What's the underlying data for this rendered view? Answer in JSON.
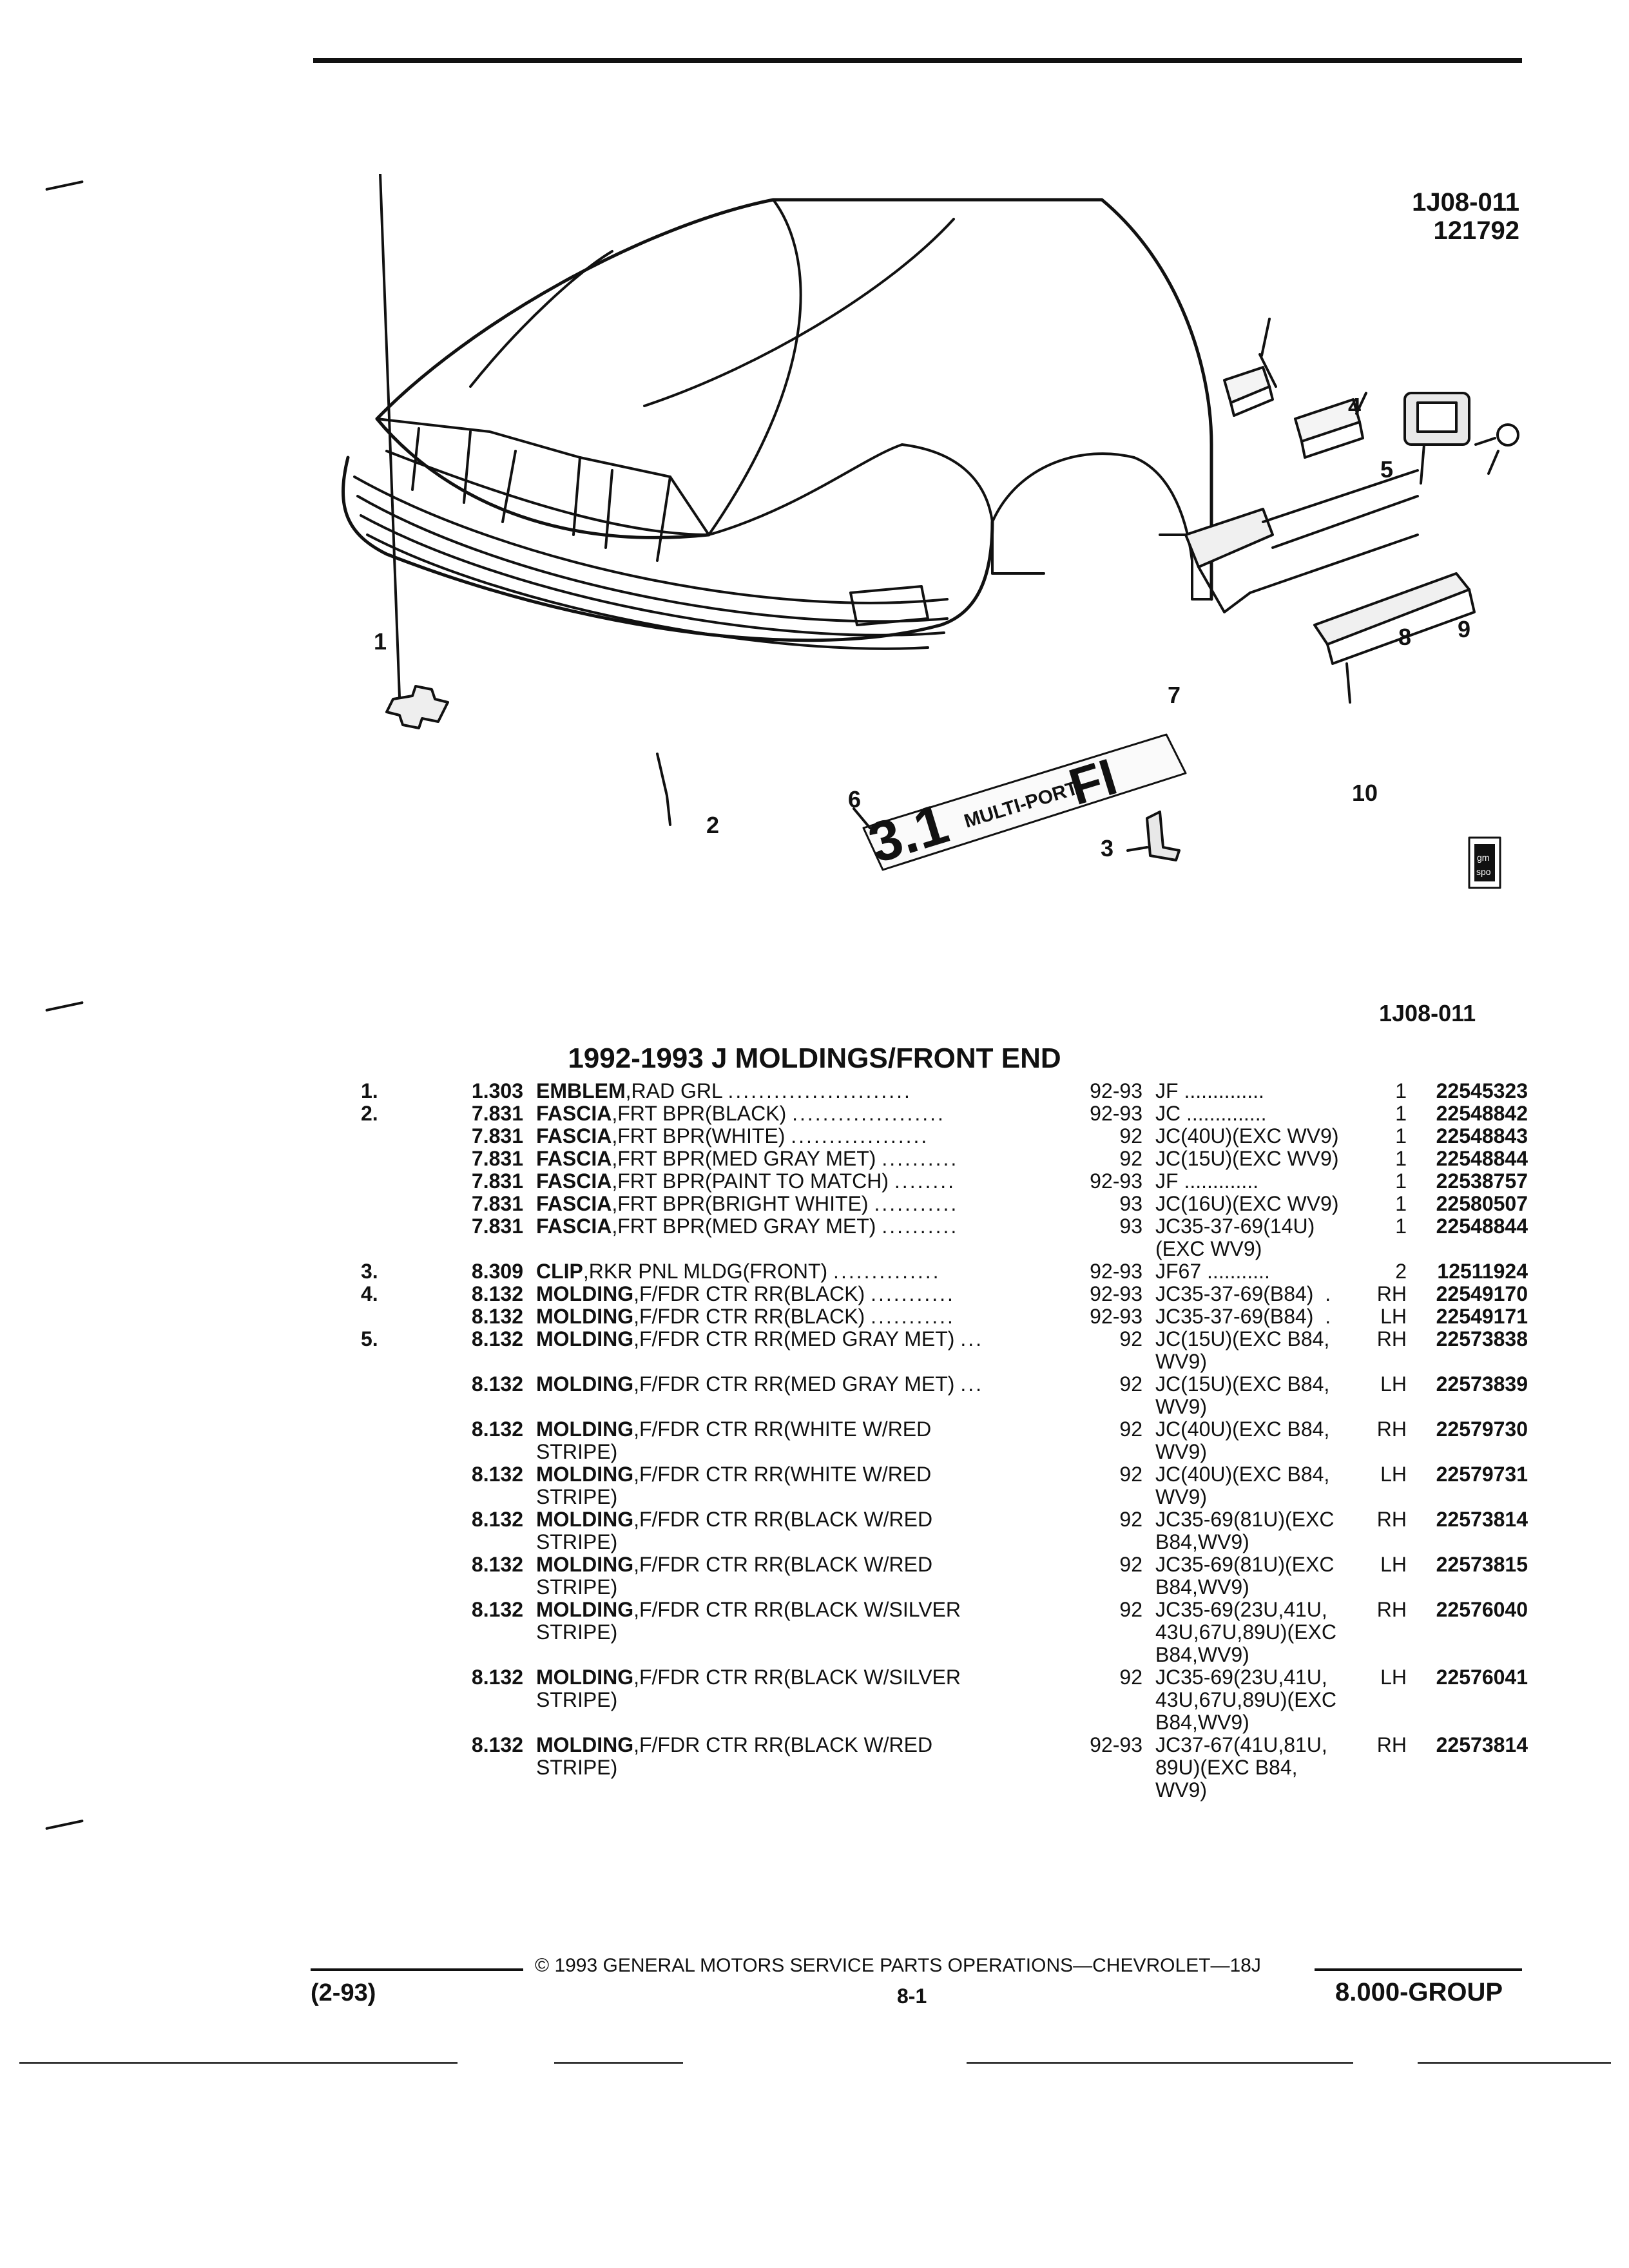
{
  "figure": {
    "code_line1": "1J08-011",
    "code_line2": "121792",
    "ref": "1J08-011",
    "callouts": [
      "1",
      "2",
      "3",
      "4",
      "5",
      "6",
      "7",
      "8",
      "9",
      "10"
    ],
    "emblem_text": "3.1 MULTI-PORT FI",
    "logo_text": "GM SPO"
  },
  "title": "1992-1993 J MOLDINGS/FRONT END",
  "parts": [
    {
      "ref": "1.",
      "code": "1.303",
      "name": "EMBLEM",
      "desc": ",RAD GRL",
      "dots": "........................",
      "years": "92-93",
      "model": "JF ..............",
      "qty": "1",
      "part": "22545323"
    },
    {
      "ref": "2.",
      "code": "7.831",
      "name": "FASCIA",
      "desc": ",FRT BPR(BLACK)",
      "dots": "....................",
      "years": "92-93",
      "model": "JC ..............",
      "qty": "1",
      "part": "22548842"
    },
    {
      "ref": "",
      "code": "7.831",
      "name": "FASCIA",
      "desc": ",FRT BPR(WHITE)",
      "dots": "..................",
      "years": "92",
      "model": "JC(40U)(EXC WV9)",
      "qty": "1",
      "part": "22548843"
    },
    {
      "ref": "",
      "code": "7.831",
      "name": "FASCIA",
      "desc": ",FRT BPR(MED GRAY MET)",
      "dots": "..........",
      "years": "92",
      "model": "JC(15U)(EXC WV9)",
      "qty": "1",
      "part": "22548844"
    },
    {
      "ref": "",
      "code": "7.831",
      "name": "FASCIA",
      "desc": ",FRT BPR(PAINT TO MATCH)",
      "dots": "........",
      "years": "92-93",
      "model": "JF .............",
      "qty": "1",
      "part": "22538757"
    },
    {
      "ref": "",
      "code": "7.831",
      "name": "FASCIA",
      "desc": ",FRT BPR(BRIGHT WHITE)",
      "dots": "...........",
      "years": "93",
      "model": "JC(16U)(EXC WV9)",
      "qty": "1",
      "part": "22580507"
    },
    {
      "ref": "",
      "code": "7.831",
      "name": "FASCIA",
      "desc": ",FRT BPR(MED GRAY MET)",
      "dots": "..........",
      "years": "93",
      "model": "JC35-37-69(14U)\n(EXC WV9)",
      "qty": "1",
      "part": "22548844"
    },
    {
      "ref": "3.",
      "code": "8.309",
      "name": "CLIP",
      "desc": ",RKR PNL MLDG(FRONT)",
      "dots": "..............",
      "years": "92-93",
      "model": "JF67 ...........",
      "qty": "2",
      "part": "12511924"
    },
    {
      "ref": "4.",
      "code": "8.132",
      "name": "MOLDING",
      "desc": ",F/FDR CTR RR(BLACK)",
      "dots": "...........",
      "years": "92-93",
      "model": "JC35-37-69(B84)  .",
      "qty": "RH",
      "part": "22549170"
    },
    {
      "ref": "",
      "code": "8.132",
      "name": "MOLDING",
      "desc": ",F/FDR CTR RR(BLACK)",
      "dots": "...........",
      "years": "92-93",
      "model": "JC35-37-69(B84)  .",
      "qty": "LH",
      "part": "22549171"
    },
    {
      "ref": "5.",
      "code": "8.132",
      "name": "MOLDING",
      "desc": ",F/FDR CTR RR(MED GRAY MET)",
      "dots": "...",
      "years": "92",
      "model": "JC(15U)(EXC B84,\nWV9)",
      "qty": "RH",
      "part": "22573838"
    },
    {
      "ref": "",
      "code": "8.132",
      "name": "MOLDING",
      "desc": ",F/FDR CTR RR(MED GRAY MET)",
      "dots": "...",
      "years": "92",
      "model": "JC(15U)(EXC B84,\nWV9)",
      "qty": "LH",
      "part": "22573839"
    },
    {
      "ref": "",
      "code": "8.132",
      "name": "MOLDING",
      "desc": ",F/FDR CTR RR(WHITE W/RED\nSTRIPE)",
      "dots": "",
      "years": "92",
      "model": "JC(40U)(EXC B84,\nWV9)",
      "qty": "RH",
      "part": "22579730"
    },
    {
      "ref": "",
      "code": "8.132",
      "name": "MOLDING",
      "desc": ",F/FDR CTR RR(WHITE W/RED\nSTRIPE)",
      "dots": "",
      "years": "92",
      "model": "JC(40U)(EXC B84,\nWV9)",
      "qty": "LH",
      "part": "22579731"
    },
    {
      "ref": "",
      "code": "8.132",
      "name": "MOLDING",
      "desc": ",F/FDR CTR RR(BLACK W/RED\nSTRIPE)",
      "dots": "",
      "years": "92",
      "model": "JC35-69(81U)(EXC\nB84,WV9)",
      "qty": "RH",
      "part": "22573814"
    },
    {
      "ref": "",
      "code": "8.132",
      "name": "MOLDING",
      "desc": ",F/FDR CTR RR(BLACK W/RED\nSTRIPE)",
      "dots": "",
      "years": "92",
      "model": "JC35-69(81U)(EXC\nB84,WV9)",
      "qty": "LH",
      "part": "22573815"
    },
    {
      "ref": "",
      "code": "8.132",
      "name": "MOLDING",
      "desc": ",F/FDR CTR RR(BLACK W/SILVER\nSTRIPE)",
      "dots": "",
      "years": "92",
      "model": "JC35-69(23U,41U,\n43U,67U,89U)(EXC\nB84,WV9)",
      "qty": "RH",
      "part": "22576040"
    },
    {
      "ref": "",
      "code": "8.132",
      "name": "MOLDING",
      "desc": ",F/FDR CTR RR(BLACK W/SILVER\nSTRIPE)",
      "dots": "",
      "years": "92",
      "model": "JC35-69(23U,41U,\n43U,67U,89U)(EXC\nB84,WV9)",
      "qty": "LH",
      "part": "22576041"
    },
    {
      "ref": "",
      "code": "8.132",
      "name": "MOLDING",
      "desc": ",F/FDR CTR RR(BLACK W/RED\nSTRIPE)",
      "dots": "",
      "years": "92-93",
      "model": "JC37-67(41U,81U,\n89U)(EXC B84,\nWV9)",
      "qty": "RH",
      "part": "22573814"
    }
  ],
  "footer": {
    "copyright": "©  1993  GENERAL MOTORS SERVICE PARTS OPERATIONS—CHEVROLET—18J",
    "date": "(2-93)",
    "page": "8-1",
    "group": "8.000-GROUP"
  }
}
